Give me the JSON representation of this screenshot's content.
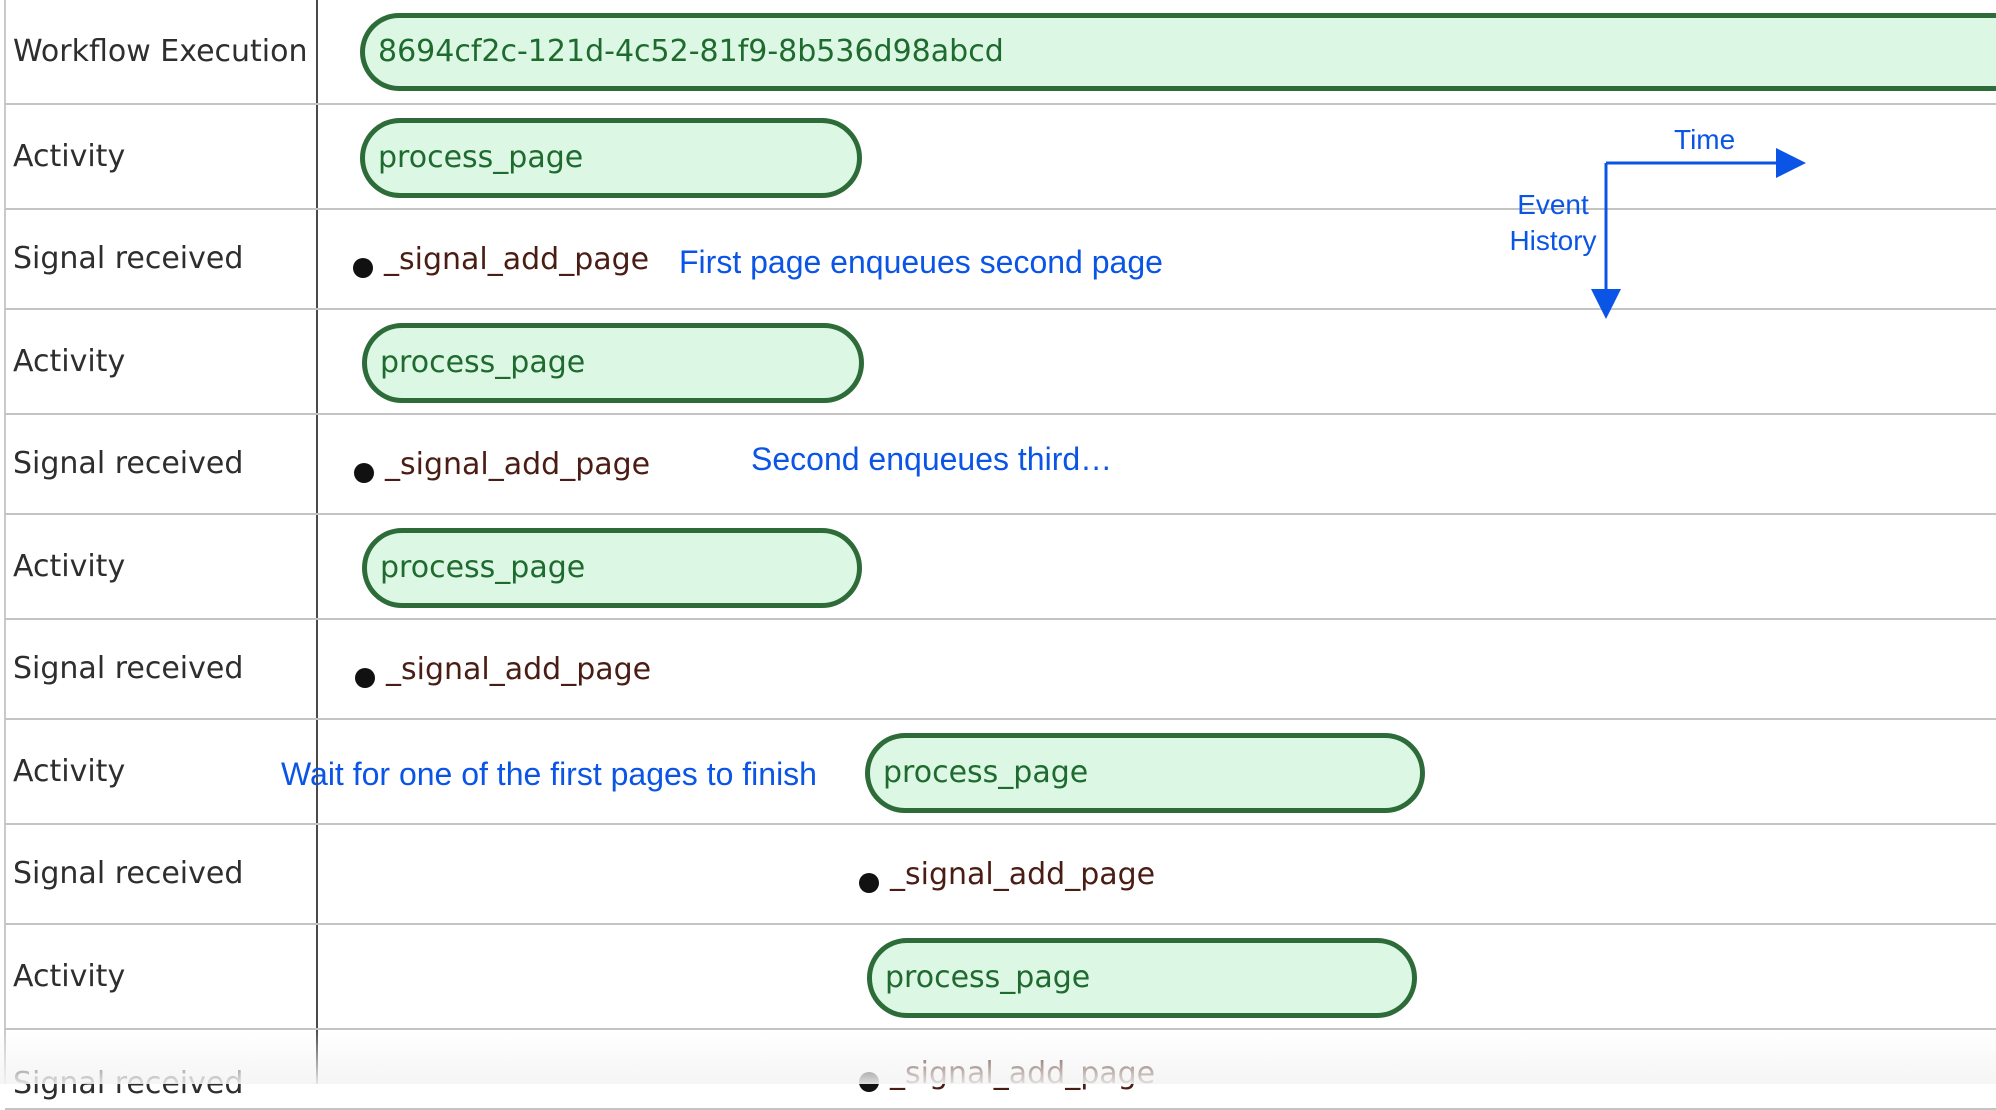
{
  "rows": [
    {
      "label": "Workflow Execution",
      "kind": "execution",
      "text": "8694cf2c-121d-4c52-81f9-8b536d98abcd"
    },
    {
      "label": "Activity",
      "kind": "activity",
      "text": "process_page"
    },
    {
      "label": "Signal received",
      "kind": "signal",
      "text": "_signal_add_page"
    },
    {
      "label": "Activity",
      "kind": "activity",
      "text": "process_page"
    },
    {
      "label": "Signal received",
      "kind": "signal",
      "text": "_signal_add_page"
    },
    {
      "label": "Activity",
      "kind": "activity",
      "text": "process_page"
    },
    {
      "label": "Signal received",
      "kind": "signal",
      "text": "_signal_add_page"
    },
    {
      "label": "Activity",
      "kind": "activity",
      "text": "process_page"
    },
    {
      "label": "Signal received",
      "kind": "signal",
      "text": "_signal_add_page"
    },
    {
      "label": "Activity",
      "kind": "activity",
      "text": "process_page"
    },
    {
      "label": "Signal received",
      "kind": "signal",
      "text": "_signal_add_page"
    }
  ],
  "annotations": {
    "first_enqueue": "First page enqueues second page",
    "second_enqueue": "Second enqueues third…",
    "wait": "Wait for one of the first pages to finish"
  },
  "legend": {
    "time_label": "Time",
    "history_label_line1": "Event",
    "history_label_line2": "History",
    "arrow_color": "#0b55e6"
  },
  "colors": {
    "pill_fill": "#dcf7e4",
    "pill_border": "#2d6b39",
    "pill_text": "#1f6b2f",
    "signal_text": "#4a1d14",
    "note_text": "#0b55e6"
  }
}
